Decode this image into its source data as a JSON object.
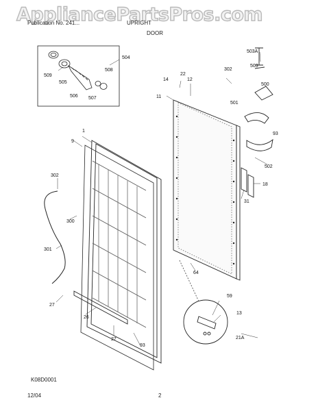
{
  "watermark": "AppliancePartsPros.com",
  "header": {
    "left": "Publication No. 241...",
    "center": "UPRIGHT",
    "subtitle": "DOOR"
  },
  "part_labels": [
    "504",
    "509",
    "505",
    "506",
    "507",
    "508",
    "503A",
    "302",
    "503",
    "500",
    "501",
    "93",
    "22",
    "14",
    "12",
    "11",
    "1",
    "9",
    "302",
    "300",
    "301",
    "27",
    "26",
    "27",
    "93",
    "64",
    "59",
    "13",
    "21A",
    "502",
    "18",
    "31"
  ],
  "footer": {
    "code": "K08D0001",
    "date": "12/04",
    "page": "2"
  }
}
